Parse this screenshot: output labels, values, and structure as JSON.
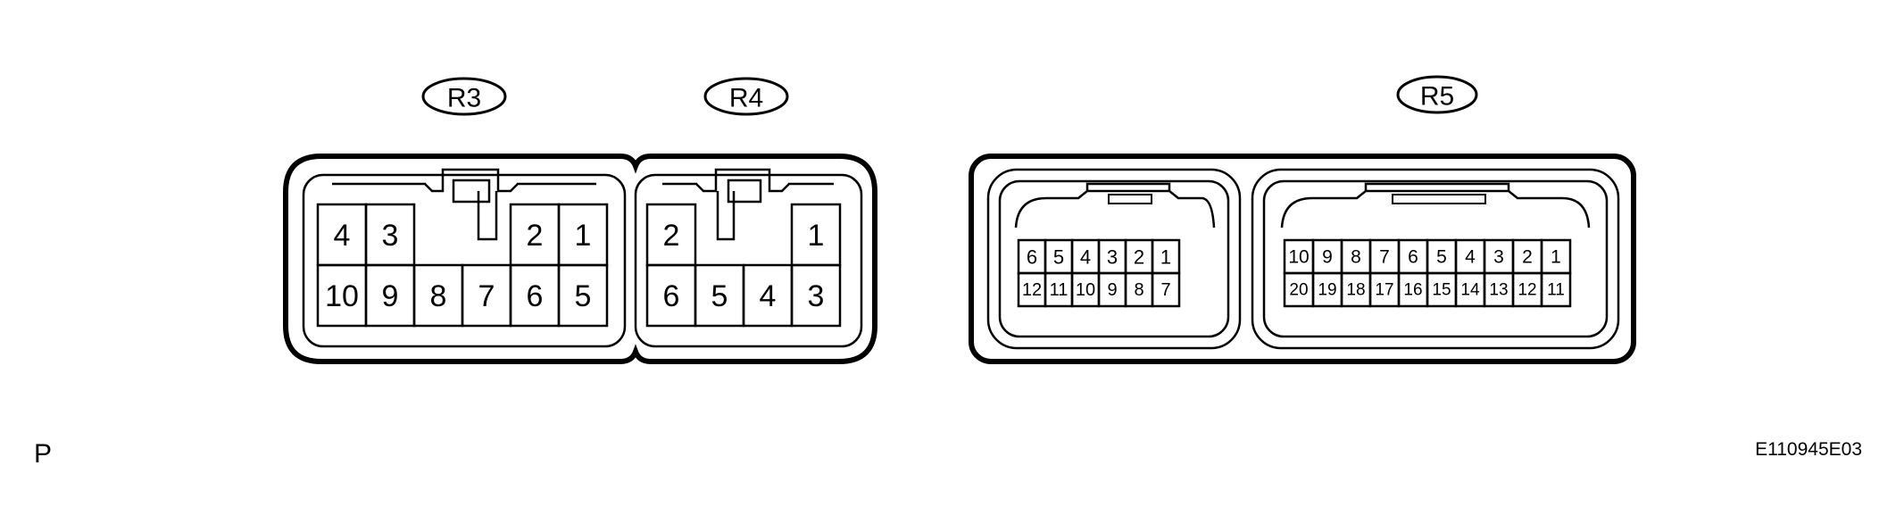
{
  "connectors": {
    "r3": {
      "label": "R3",
      "rows": [
        [
          "4",
          "3",
          "",
          "",
          "2",
          "1"
        ],
        [
          "10",
          "9",
          "8",
          "7",
          "6",
          "5"
        ]
      ]
    },
    "r4": {
      "label": "R4",
      "rows": [
        [
          "2",
          "",
          "",
          "1"
        ],
        [
          "6",
          "5",
          "4",
          "3"
        ]
      ]
    },
    "r5a": {
      "rows": [
        [
          "6",
          "5",
          "4",
          "3",
          "2",
          "1"
        ],
        [
          "12",
          "11",
          "10",
          "9",
          "8",
          "7"
        ]
      ]
    },
    "r5b": {
      "rows": [
        [
          "10",
          "9",
          "8",
          "7",
          "6",
          "5",
          "4",
          "3",
          "2",
          "1"
        ],
        [
          "20",
          "19",
          "18",
          "17",
          "16",
          "15",
          "14",
          "13",
          "12",
          "11"
        ]
      ]
    },
    "r5_label": "R5"
  },
  "footer": {
    "left_mark": "P",
    "figure_code": "E110945E03"
  }
}
